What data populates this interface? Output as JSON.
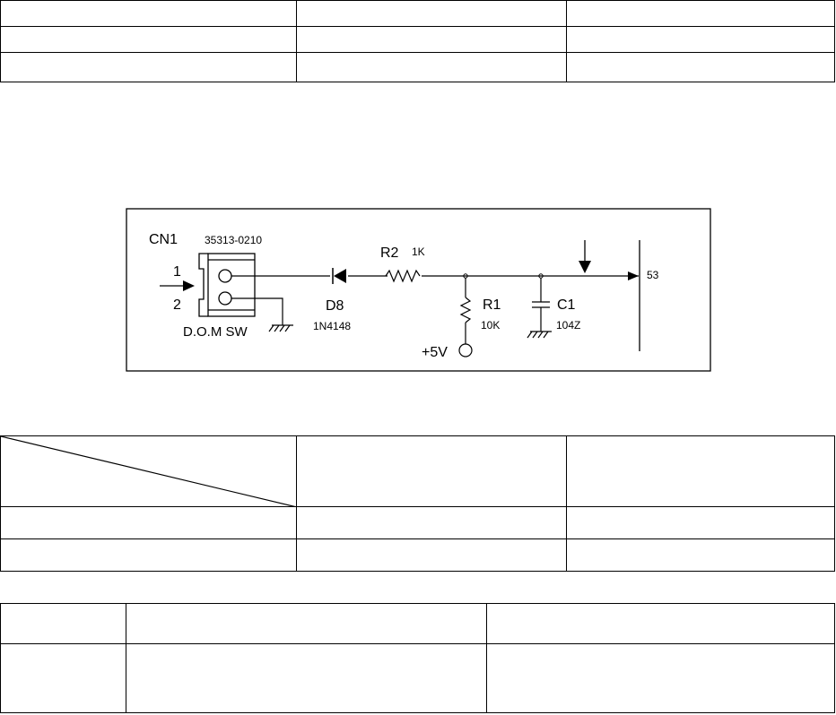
{
  "schematic": {
    "connector": {
      "ref": "CN1",
      "part": "35313-0210",
      "pin1": "1",
      "pin2": "2",
      "name": "D.O.M SW"
    },
    "diode": {
      "ref": "D8",
      "part": "1N4148"
    },
    "r2": {
      "ref": "R2",
      "value": "1K"
    },
    "r1": {
      "ref": "R1",
      "value": "10K"
    },
    "c1": {
      "ref": "C1",
      "value": "104Z"
    },
    "supply": "+5V",
    "pin": "53"
  }
}
